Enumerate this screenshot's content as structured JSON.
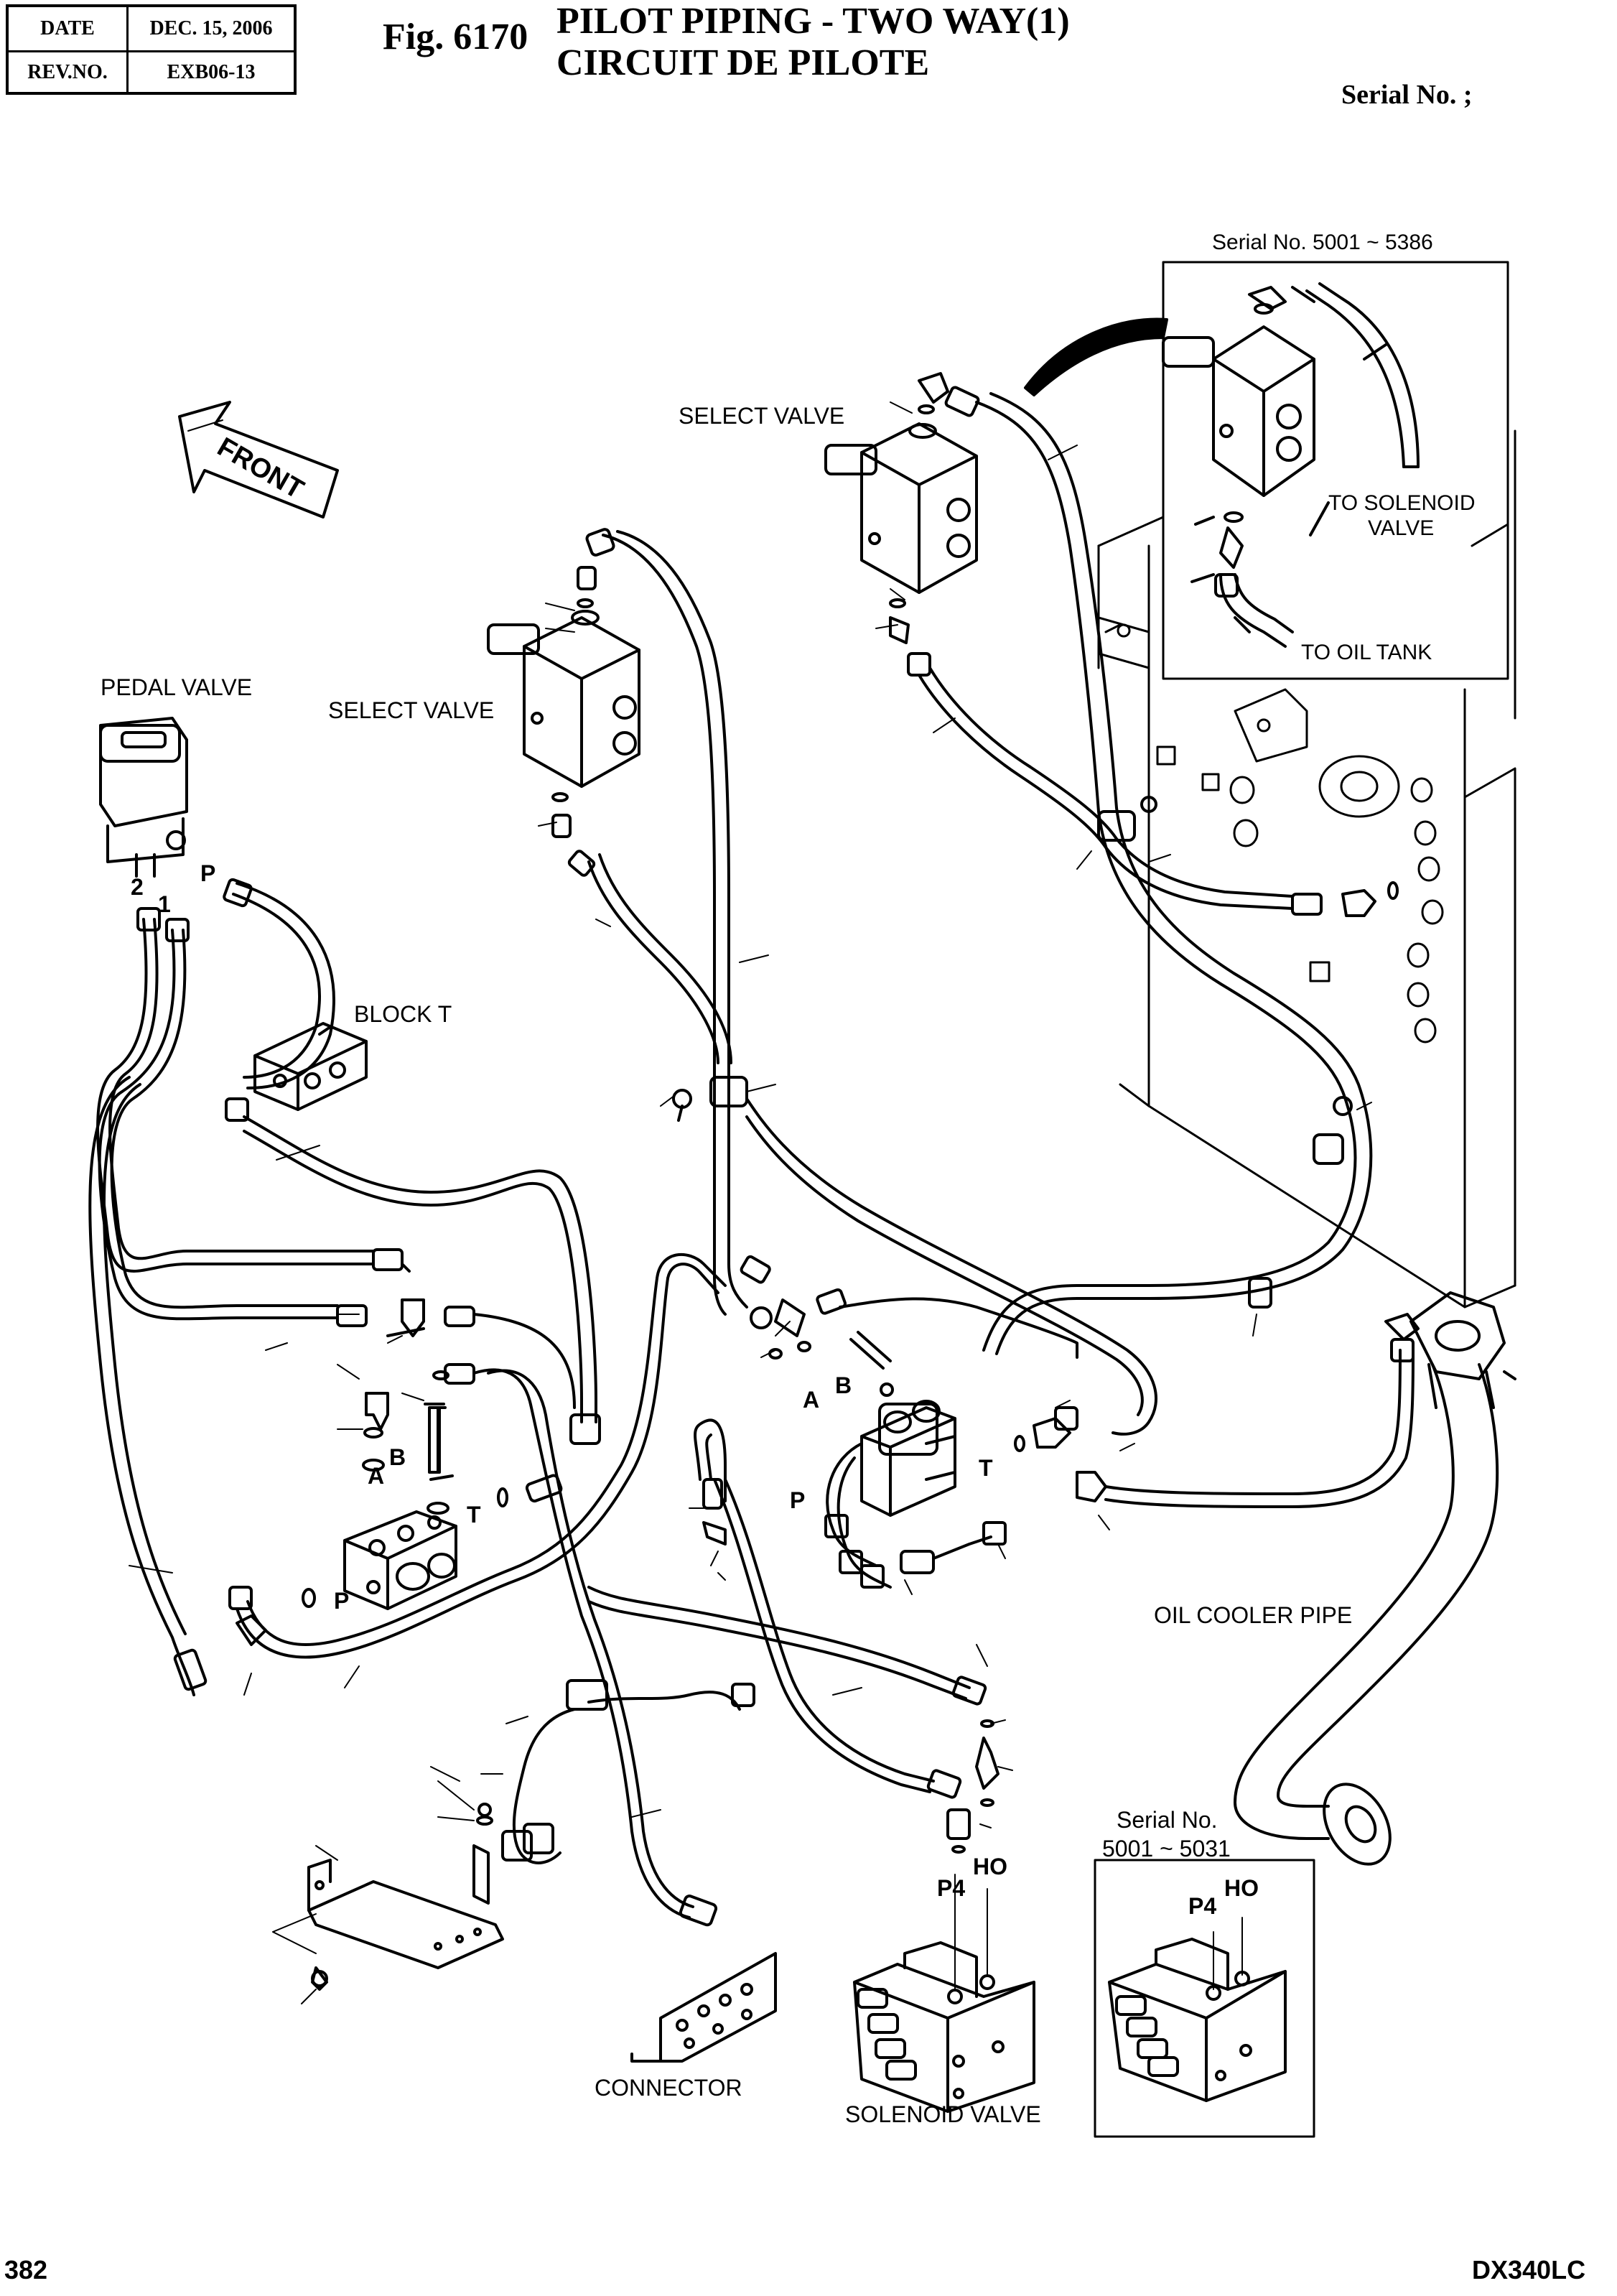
{
  "header": {
    "date_label": "DATE",
    "date_value": "DEC. 15, 2006",
    "rev_label": "REV.NO.",
    "rev_value": "EXB06-13",
    "fig_number": "Fig. 6170",
    "title_en": "PILOT PIPING - TWO WAY(1)",
    "title_fr": "CIRCUIT DE PILOTE",
    "serial": "Serial No. ;"
  },
  "footer": {
    "page": "382",
    "model": "DX340LC"
  },
  "labels": {
    "front": "FRONT",
    "select_valve_1": "SELECT VALVE",
    "select_valve_2": "SELECT VALVE",
    "pedal_valve": "PEDAL VALVE",
    "block_t": "BLOCK  T",
    "oil_cooler_pipe": "OIL COOLER PIPE",
    "connector": "CONNECTOR",
    "solenoid_valve": "SOLENOID VALVE",
    "p_pedal": "P",
    "port_2": "2",
    "port_1": "1",
    "a_left": "A",
    "b_left": "B",
    "t_left": "T",
    "p_left": "P",
    "a_right": "A",
    "b_right": "B",
    "t_right": "T",
    "p_right": "P",
    "p4": "P4",
    "ho": "HO"
  },
  "inset_top": {
    "serial": "Serial No. 5001 ~ 5386",
    "to_solenoid_1": "TO SOLENOID",
    "to_solenoid_2": "VALVE",
    "to_oil_tank": "TO OIL TANK"
  },
  "inset_bottom": {
    "serial_1": "Serial No.",
    "serial_2": "5001 ~ 5031",
    "p4": "P4",
    "ho": "HO"
  }
}
